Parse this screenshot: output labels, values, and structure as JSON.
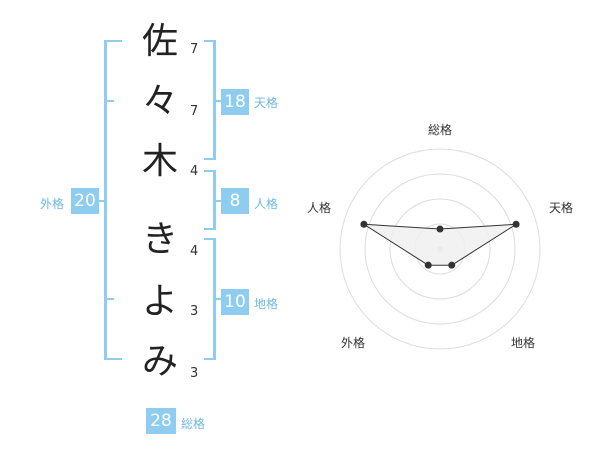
{
  "name": {
    "chars": [
      "佐",
      "々",
      "木",
      "き",
      "よ",
      "み"
    ],
    "strokes": [
      "7",
      "7",
      "4",
      "4",
      "3",
      "3"
    ]
  },
  "kaku": {
    "tenkaku": {
      "label": "天格",
      "value": "18"
    },
    "jinkaku": {
      "label": "人格",
      "value": "8"
    },
    "chikaku": {
      "label": "地格",
      "value": "10"
    },
    "gaikaku": {
      "label": "外格",
      "value": "20"
    },
    "soukaku": {
      "label": "総格",
      "value": "28"
    }
  },
  "radar": {
    "labels": {
      "top": "総格",
      "right": "天格",
      "bottom_right": "地格",
      "bottom_left": "外格",
      "left": "人格"
    },
    "scale_max": 5,
    "ring_count": 4,
    "values": {
      "soukaku": 1,
      "tenkaku": 4,
      "chikaku": 1,
      "gaikaku": 1,
      "jinkaku": 4
    },
    "colors": {
      "fill": "#f0f0f0",
      "stroke": "#333333",
      "ring": "#dddddd",
      "point": "#333333"
    }
  }
}
